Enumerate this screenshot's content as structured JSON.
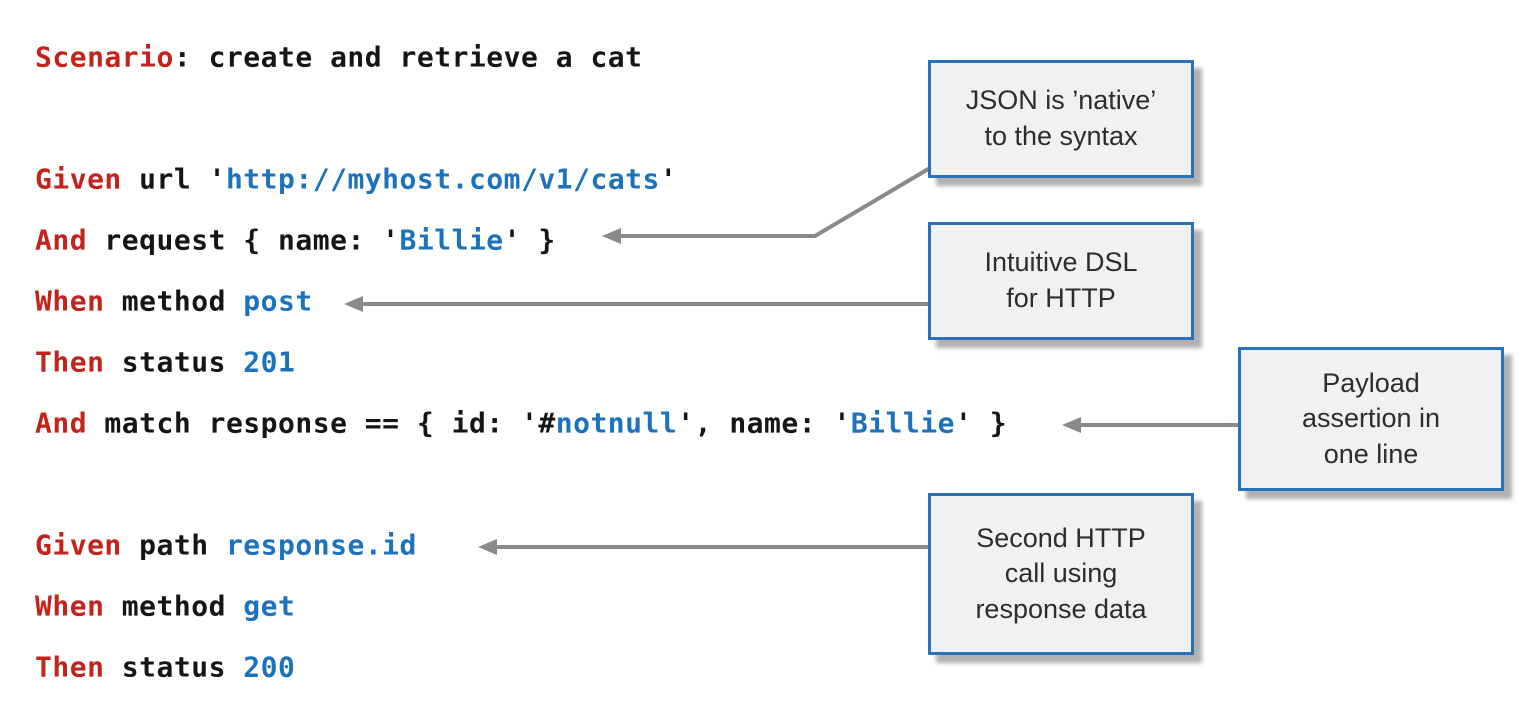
{
  "colors": {
    "keyword": "#c2231b",
    "plain": "#151515",
    "value": "#1d72bc",
    "callout_border": "#2a72b8",
    "callout_bg": "#f1f1f2",
    "arrow": "#8a8a8a"
  },
  "code_lines": [
    {
      "row": 0,
      "segments": [
        {
          "type": "keyword",
          "text": "Scenario"
        },
        {
          "type": "plain",
          "text": ": create and retrieve a cat"
        }
      ]
    },
    {
      "row": 2,
      "segments": [
        {
          "type": "keyword",
          "text": "Given"
        },
        {
          "type": "plain",
          "text": " url '"
        },
        {
          "type": "value",
          "text": "http://myhost.com/v1/cats"
        },
        {
          "type": "plain",
          "text": "'"
        }
      ]
    },
    {
      "row": 3,
      "segments": [
        {
          "type": "keyword",
          "text": "And"
        },
        {
          "type": "plain",
          "text": " request { name: '"
        },
        {
          "type": "value",
          "text": "Billie"
        },
        {
          "type": "plain",
          "text": "' }"
        }
      ]
    },
    {
      "row": 4,
      "segments": [
        {
          "type": "keyword",
          "text": "When"
        },
        {
          "type": "plain",
          "text": " method "
        },
        {
          "type": "value",
          "text": "post"
        }
      ]
    },
    {
      "row": 5,
      "segments": [
        {
          "type": "keyword",
          "text": "Then"
        },
        {
          "type": "plain",
          "text": " status "
        },
        {
          "type": "value",
          "text": "201"
        }
      ]
    },
    {
      "row": 6,
      "segments": [
        {
          "type": "keyword",
          "text": "And"
        },
        {
          "type": "plain",
          "text": " match response == { id: '#"
        },
        {
          "type": "value",
          "text": "notnull"
        },
        {
          "type": "plain",
          "text": "', name: '"
        },
        {
          "type": "value",
          "text": "Billie"
        },
        {
          "type": "plain",
          "text": "' }"
        }
      ]
    },
    {
      "row": 8,
      "segments": [
        {
          "type": "keyword",
          "text": "Given"
        },
        {
          "type": "plain",
          "text": " path "
        },
        {
          "type": "value",
          "text": "response.id"
        }
      ]
    },
    {
      "row": 9,
      "segments": [
        {
          "type": "keyword",
          "text": "When"
        },
        {
          "type": "plain",
          "text": " method "
        },
        {
          "type": "value",
          "text": "get"
        }
      ]
    },
    {
      "row": 10,
      "segments": [
        {
          "type": "keyword",
          "text": "Then"
        },
        {
          "type": "plain",
          "text": " status "
        },
        {
          "type": "value",
          "text": "200"
        }
      ]
    }
  ],
  "callouts": [
    {
      "id": "json-native",
      "lines": [
        "JSON is ’native’",
        "to the syntax"
      ]
    },
    {
      "id": "intuitive-dsl",
      "lines": [
        "Intuitive DSL",
        "for HTTP"
      ]
    },
    {
      "id": "payload-assertion",
      "lines": [
        "Payload",
        "assertion in",
        "one line"
      ]
    },
    {
      "id": "second-call",
      "lines": [
        "Second HTTP",
        "call using",
        "response data"
      ]
    }
  ]
}
